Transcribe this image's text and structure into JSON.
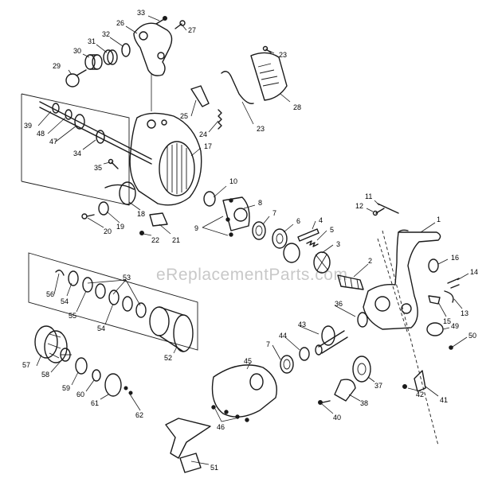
{
  "watermark": "eReplacementParts.com",
  "part_numbers": [
    "1",
    "2",
    "3",
    "4",
    "5",
    "6",
    "7",
    "8",
    "9",
    "10",
    "11",
    "12",
    "13",
    "14",
    "15",
    "16",
    "17",
    "18",
    "19",
    "20",
    "21",
    "22",
    "23",
    "24",
    "25",
    "26",
    "27",
    "28",
    "29",
    "30",
    "31",
    "32",
    "33",
    "34",
    "35",
    "36",
    "37",
    "38",
    "39",
    "40",
    "41",
    "42",
    "43",
    "44",
    "45",
    "46",
    "47",
    "48",
    "49",
    "50",
    "51",
    "52",
    "53",
    "54",
    "55",
    "56",
    "57",
    "58",
    "59",
    "60",
    "61",
    "62"
  ],
  "callouts": [
    {
      "label": "33"
    },
    {
      "label": "27"
    },
    {
      "label": "26"
    },
    {
      "label": "32"
    },
    {
      "label": "31"
    },
    {
      "label": "30"
    },
    {
      "label": "29"
    },
    {
      "label": "23"
    },
    {
      "label": "28"
    },
    {
      "label": "25"
    },
    {
      "label": "23"
    },
    {
      "label": "24"
    },
    {
      "label": "39"
    },
    {
      "label": "48"
    },
    {
      "label": "47"
    },
    {
      "label": "34"
    },
    {
      "label": "35"
    },
    {
      "label": "17"
    },
    {
      "label": "10"
    },
    {
      "label": "8"
    },
    {
      "label": "7"
    },
    {
      "label": "6"
    },
    {
      "label": "4"
    },
    {
      "label": "5"
    },
    {
      "label": "3"
    },
    {
      "label": "18"
    },
    {
      "label": "19"
    },
    {
      "label": "20"
    },
    {
      "label": "22"
    },
    {
      "label": "21"
    },
    {
      "label": "9"
    },
    {
      "label": "11"
    },
    {
      "label": "12"
    },
    {
      "label": "1"
    },
    {
      "label": "2"
    },
    {
      "label": "16"
    },
    {
      "label": "14"
    },
    {
      "label": "13"
    },
    {
      "label": "15"
    },
    {
      "label": "36"
    },
    {
      "label": "49"
    },
    {
      "label": "50"
    },
    {
      "label": "43"
    },
    {
      "label": "44"
    },
    {
      "label": "7"
    },
    {
      "label": "56"
    },
    {
      "label": "53"
    },
    {
      "label": "54"
    },
    {
      "label": "55"
    },
    {
      "label": "54"
    },
    {
      "label": "52"
    },
    {
      "label": "57"
    },
    {
      "label": "58"
    },
    {
      "label": "59"
    },
    {
      "label": "60"
    },
    {
      "label": "61"
    },
    {
      "label": "62"
    },
    {
      "label": "45"
    },
    {
      "label": "46"
    },
    {
      "label": "37"
    },
    {
      "label": "42"
    },
    {
      "label": "41"
    },
    {
      "label": "38"
    },
    {
      "label": "40"
    },
    {
      "label": "51"
    }
  ]
}
